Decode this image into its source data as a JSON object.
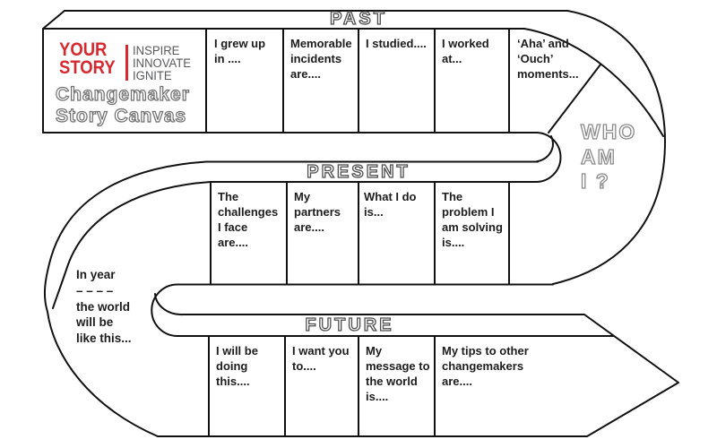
{
  "logo": {
    "brand": "YOUR\nSTORY",
    "tagline": "INSPIRE\nINNOVATE\nIGNITE",
    "title": "Changemaker\nStory Canvas"
  },
  "sections": {
    "past": {
      "label": "PAST",
      "cells": [
        "I grew up in ....",
        "Memorable incidents are....",
        "I studied....",
        "I worked at...",
        "‘Aha’ and ‘Ouch’ moments..."
      ]
    },
    "present": {
      "label": "PRESENT",
      "cells": [
        "The challenges I face are....",
        "My partners are....",
        "What I do is...",
        "The problem I am solving is...."
      ]
    },
    "future": {
      "label": "FUTURE",
      "cells": [
        "I will be doing this....",
        "I want you to....",
        "My message to the world is....",
        "My tips to other changemakers are...."
      ]
    }
  },
  "turns": {
    "who_am_i": "WHO\nAM\nI ?",
    "in_year": "In year\n– – – –\nthe world\nwill be\nlike this..."
  },
  "colors": {
    "brand_red": "#d7282f",
    "line": "#111111",
    "tagline_gray": "#58595b"
  }
}
